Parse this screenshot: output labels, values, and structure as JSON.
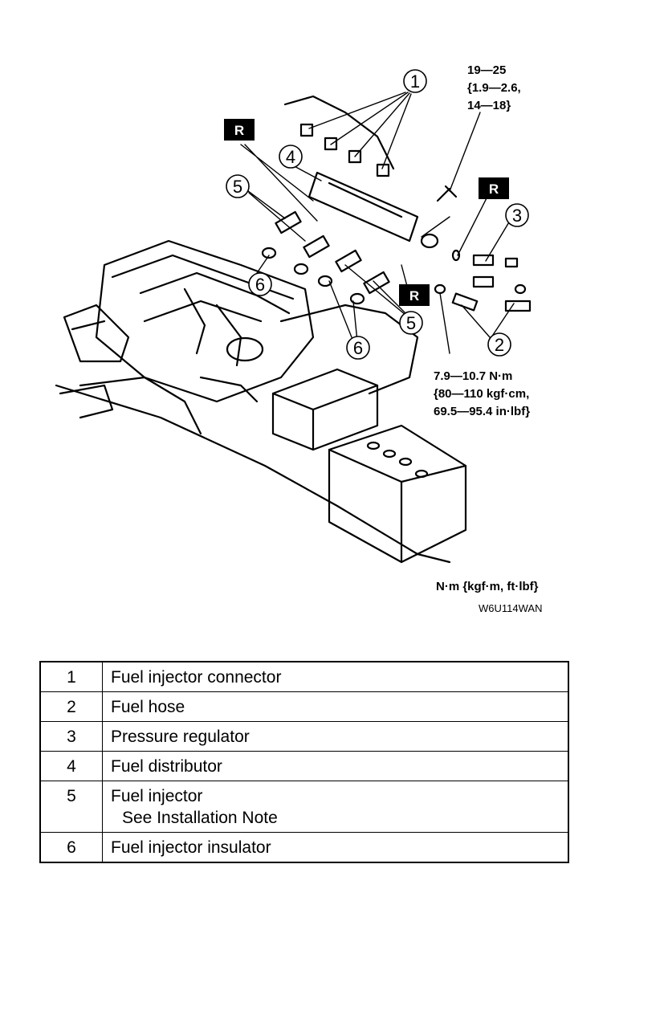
{
  "diagram": {
    "callouts": [
      "1",
      "2",
      "3",
      "4",
      "5",
      "5",
      "6",
      "6"
    ],
    "r_mark": "R",
    "torque_top": [
      "19—25",
      "{1.9—2.6,",
      "14—18}"
    ],
    "torque_bottom": [
      "7.9—10.7 N·m",
      "{80—110 kgf·cm,",
      "69.5—95.4 in·lbf}"
    ],
    "unit_note": "N·m {kgf·m, ft·lbf}",
    "figure_code": "W6U114WAN"
  },
  "parts": [
    {
      "num": "1",
      "name": "Fuel injector connector",
      "note": ""
    },
    {
      "num": "2",
      "name": "Fuel hose",
      "note": ""
    },
    {
      "num": "3",
      "name": "Pressure regulator",
      "note": ""
    },
    {
      "num": "4",
      "name": "Fuel distributor",
      "note": ""
    },
    {
      "num": "5",
      "name": "Fuel injector",
      "note": "See Installation Note"
    },
    {
      "num": "6",
      "name": "Fuel injector insulator",
      "note": ""
    }
  ]
}
